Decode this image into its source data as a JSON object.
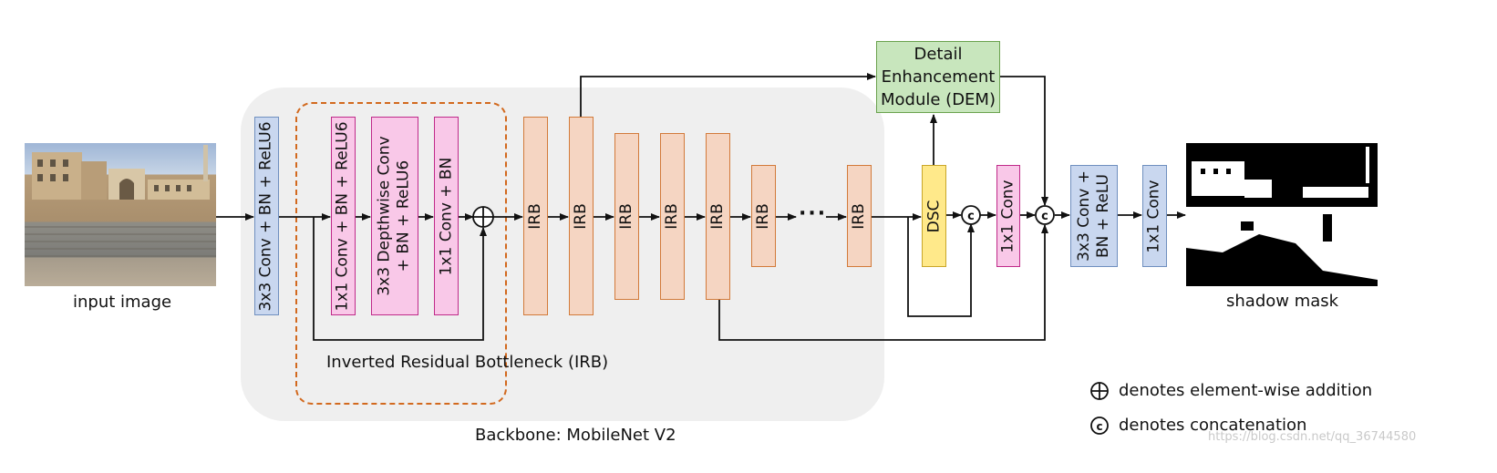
{
  "backbone_label": "Backbone: MobileNet V2",
  "irb_group_label": "Inverted Residual\nBottleneck (IRB)",
  "input_label": "input image",
  "output_label": "shadow mask",
  "blocks": {
    "stem_conv": "3x3 Conv + BN + ReLU6",
    "irb_conv1": "1x1 Conv + BN + ReLU6",
    "irb_dwconv": "3x3 Depthwise Conv\n+ BN + ReLU6",
    "irb_conv2": "1x1 Conv + BN",
    "irb": "IRB",
    "dem": "Detail\nEnhancement\nModule (DEM)",
    "dsc": "DSC",
    "conv1x1": "1x1 Conv",
    "head_conv": "3x3 Conv +\nBN + ReLU",
    "head_conv1x1": "1x1 Conv"
  },
  "ellipsis": "···",
  "concat_symbol": "c",
  "legend": {
    "addition": "denotes element-wise addition",
    "concatenation": "denotes concatenation"
  },
  "watermark": "https://blog.csdn.net/qq_36744580",
  "colors": {
    "blue": "#c9d7ef",
    "pink": "#f9c8e8",
    "irb": "#f5d5c2",
    "yellow": "#ffe98a",
    "green": "#c8e6bd",
    "dashed_orange": "#d2691e",
    "backbone_bg": "#efefef"
  }
}
